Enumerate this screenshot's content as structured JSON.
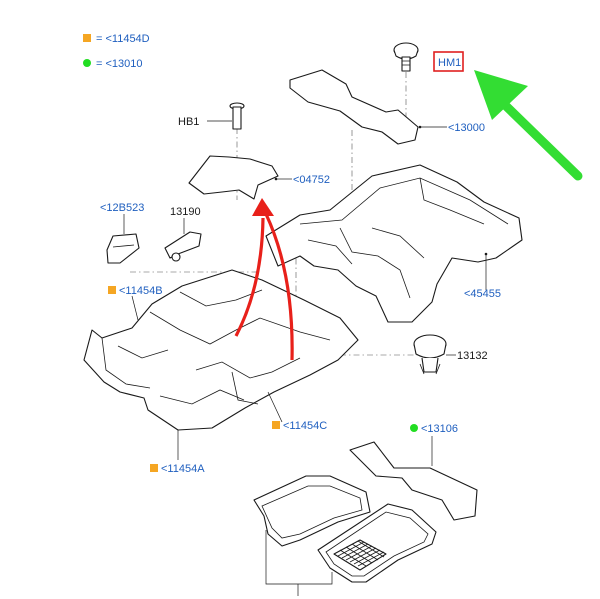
{
  "legend": {
    "orange_label": "= <11454D",
    "green_label": "= <13010"
  },
  "labels": {
    "hm1": "HM1",
    "p13000": "<13000",
    "hb1": "HB1",
    "p04752": "<04752",
    "p12b523": "<12B523",
    "p13190": "13190",
    "p11454b": "<11454B",
    "p45455": "<45455",
    "p13132": "13132",
    "p11454c": "<11454C",
    "p13106": "<13106",
    "p11454a": "<11454A"
  },
  "colors": {
    "label_blue": "#1f5fbf",
    "orange_marker": "#f5a623",
    "green_marker": "#22dd22",
    "arrow_red": "#e8201a",
    "arrow_green": "#33dd33",
    "highlight_box": "#e02020"
  }
}
